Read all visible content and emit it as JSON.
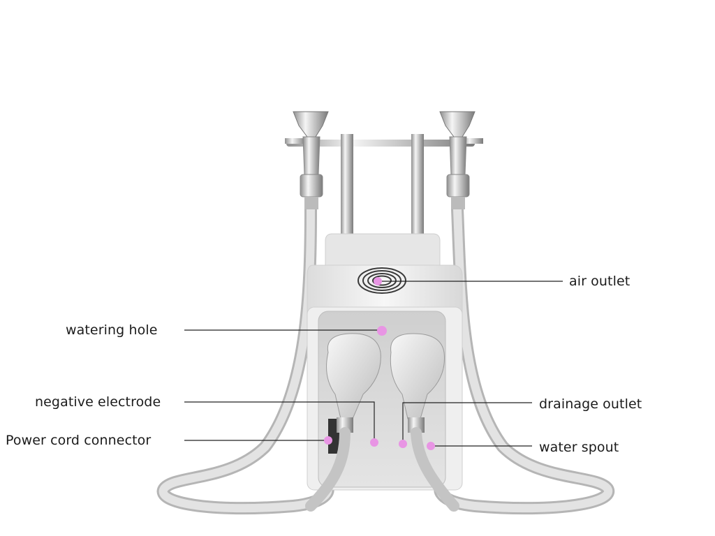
{
  "labels": {
    "air_outlet": "air outlet",
    "watering_hole": "watering hole",
    "negative_electrode": "negative electrode",
    "power_cord_connector": "Power cord connector",
    "drainage_outlet": "drainage outlet",
    "water_spout": "water spout"
  },
  "colors": {
    "marker": "#e895e4",
    "leader_line": "#222222",
    "body": "#f2f2f2",
    "panel": "#d9d9d9",
    "hose": "#cfcfcf"
  }
}
